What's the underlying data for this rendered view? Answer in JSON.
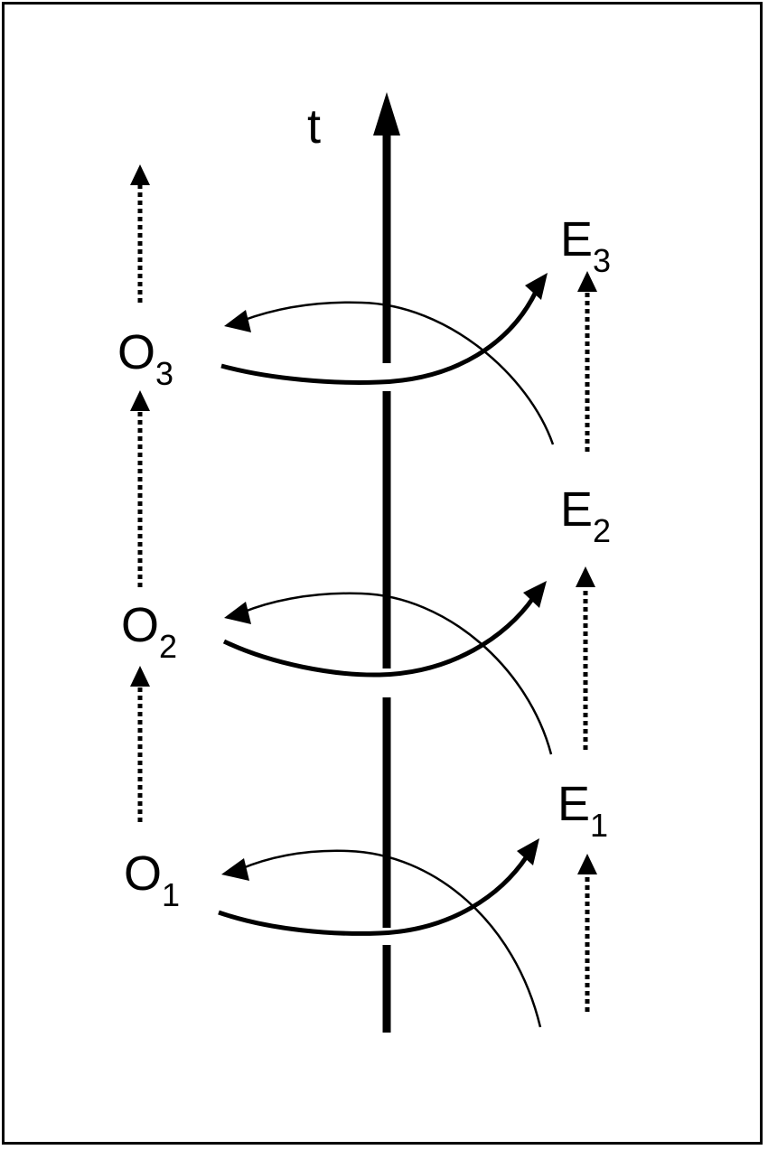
{
  "axis": {
    "label": "t"
  },
  "observer_nodes": [
    {
      "letter": "O",
      "index": "1"
    },
    {
      "letter": "O",
      "index": "2"
    },
    {
      "letter": "O",
      "index": "3"
    }
  ],
  "environment_nodes": [
    {
      "letter": "E",
      "index": "1"
    },
    {
      "letter": "E",
      "index": "2"
    },
    {
      "letter": "E",
      "index": "3"
    }
  ],
  "colors": {
    "ink": "#000000",
    "background": "#ffffff"
  }
}
